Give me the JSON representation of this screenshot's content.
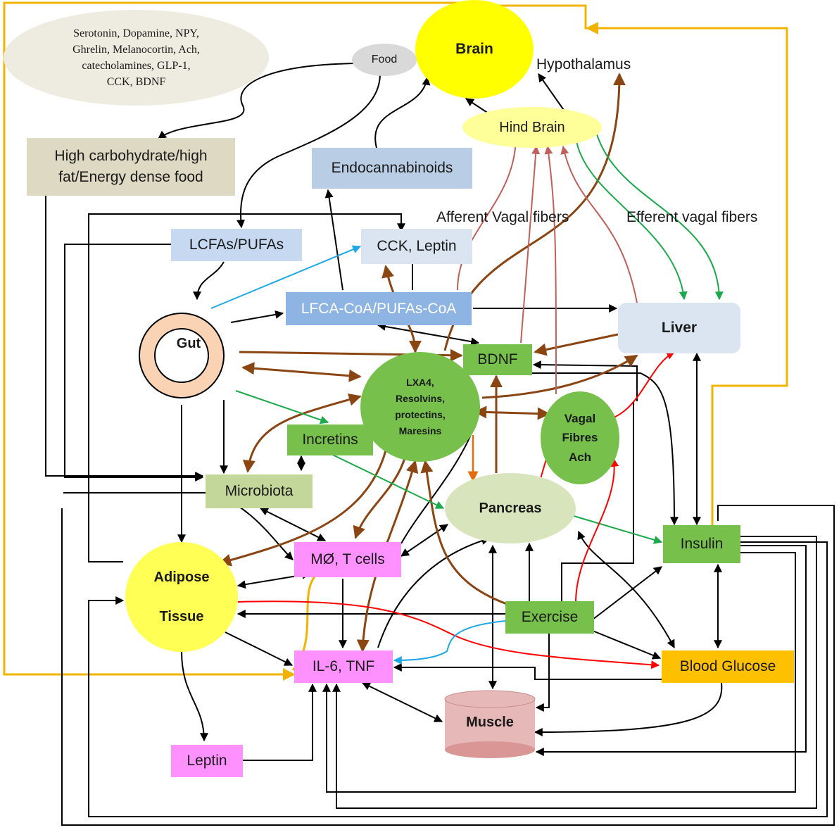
{
  "nodes": {
    "neurotransmitters": "Serotonin, Dopamine, NPY,\nGhrelin, Melanocortin, Ach,\ncatecholamines, GLP-1,\nCCK, BDNF",
    "food": "Food",
    "brain": "Brain",
    "hypothalamus": "Hypothalamus",
    "hind_brain": "Hind Brain",
    "high_fat_food": "High carbohydrate/high\nfat/Energy dense food",
    "endocannabinoids": "Endocannabinoids",
    "lcfas_pufas": "LCFAs/PUFAs",
    "cck_leptin": "CCK, Leptin",
    "afferent_vagal": "Afferent Vagal fibers",
    "efferent_vagal": "Efferent vagal fibers",
    "gut": "Gut",
    "lfca_coa": "LFCA-CoA/PUFAs-CoA",
    "liver": "Liver",
    "bdnf": "BDNF",
    "lxa4": "LXA4,\nResolvins,\nprotectins,\nMaresins",
    "vagal_fibres": "Vagal\nFibres\nAch",
    "incretins": "Incretins",
    "microbiota": "Microbiota",
    "pancreas": "Pancreas",
    "insulin": "Insulin",
    "adipose": "Adipose\n\nTissue",
    "mo_tcells": "MØ, T cells",
    "exercise": "Exercise",
    "il6_tnf": "IL-6, TNF",
    "blood_glucose": "Blood Glucose",
    "muscle": "Muscle",
    "leptin": "Leptin"
  },
  "colors": {
    "brain": "#ffff00",
    "hind_brain": "#ffff99",
    "food": "#d9d9d9",
    "neurotransmitters": "#eeece1",
    "high_fat_food": "#ddd9c3",
    "light_blue_box": "#b9cde5",
    "pale_blue_box": "#c6d9f1",
    "lfca_box": "#8eb4e3",
    "liver": "#dbe5f1",
    "green_box": "#77c04b",
    "green_node": "#77c04b",
    "microbiota": "#c4d79b",
    "pancreas": "#d8e4bc",
    "magenta_box": "#ff91ff",
    "blood_glucose": "#ffc000",
    "muscle": "#e6b9b8",
    "gut_ring": "#fad3b4",
    "arrow_black": "#000000",
    "arrow_brown": "#8b4513",
    "arrow_orange": "#e46c0a",
    "arrow_gold": "#f0b400",
    "arrow_green": "#1aaa4a",
    "arrow_red": "#ff0000",
    "arrow_blue": "#1ea8e8",
    "arrow_rose": "#c0605a"
  }
}
